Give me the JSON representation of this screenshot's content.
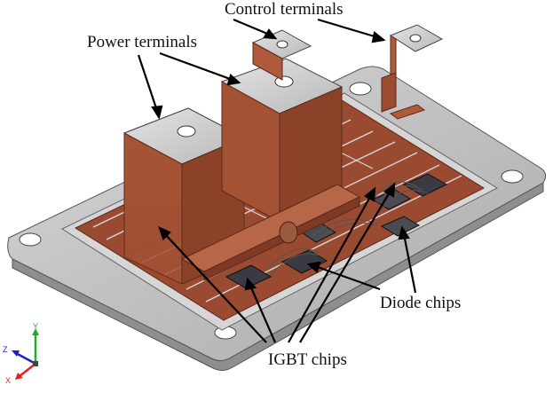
{
  "labels": {
    "control_terminals": "Control terminals",
    "power_terminals": "Power terminals",
    "diode_chips": "Diode chips",
    "igbt_chips": "IGBT chips"
  },
  "axis": {
    "x": "X",
    "y": "Y",
    "z": "Z"
  },
  "colors": {
    "baseplate": "#c8c8c8",
    "baseplate_dark": "#8e8e8e",
    "substrate": "#d9d9d9",
    "copper": "#b05a3c",
    "copper_dark": "#7e3a24",
    "terminal_top": "#cfcfcf",
    "chip": "#3a3a44",
    "axis_x": "#d22",
    "axis_y": "#2a2",
    "axis_z": "#22c"
  }
}
